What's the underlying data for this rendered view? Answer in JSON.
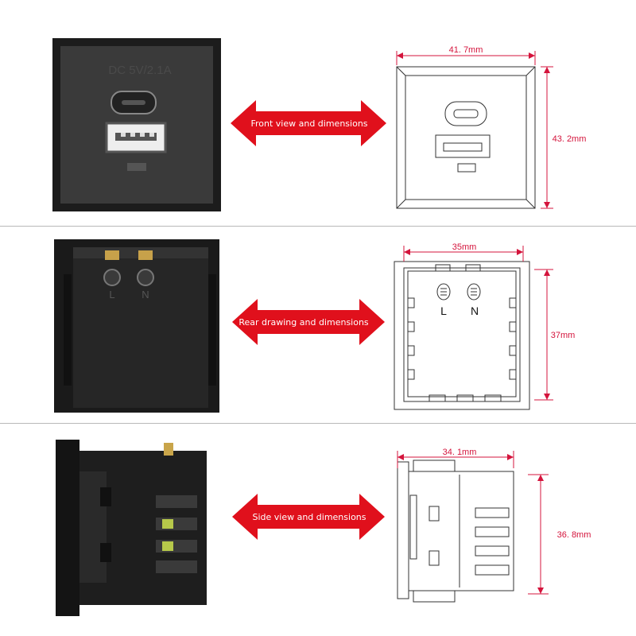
{
  "colors": {
    "arrow": "#e0101c",
    "dimension": "#d4143c",
    "device": "#1c1c1c",
    "divider": "#b9b9b9"
  },
  "sections": [
    {
      "label": "Front view and dimensions",
      "width_dim": "41. 7mm",
      "height_dim": "43. 2mm",
      "device_marking": "DC 5V/2.1A"
    },
    {
      "label": "Rear drawing and dimensions",
      "width_dim": "35mm",
      "height_dim": "37mm",
      "terminal_left": "L",
      "terminal_right": "N"
    },
    {
      "label": "Side view and dimensions",
      "width_dim": "34. 1mm",
      "height_dim": "36. 8mm"
    }
  ]
}
